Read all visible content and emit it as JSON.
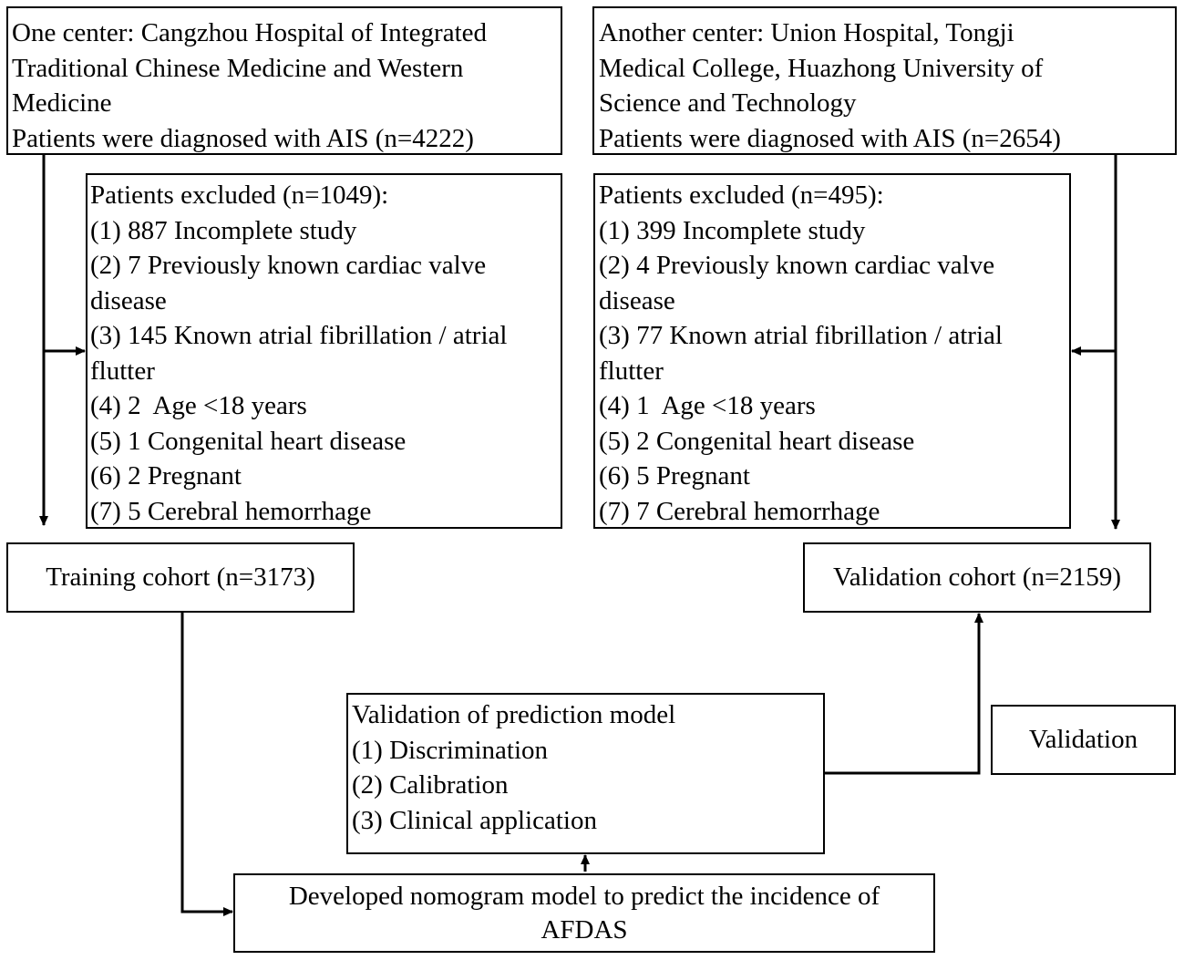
{
  "left_center": {
    "lines": [
      "One center: Cangzhou Hospital of Integrated",
      "Traditional Chinese Medicine and Western",
      "Medicine",
      "Patients were diagnosed with AIS (n=4222)"
    ]
  },
  "right_center": {
    "lines": [
      "Another center: Union Hospital, Tongji",
      "Medical College, Huazhong University of",
      "Science and Technology",
      "Patients were diagnosed with AIS (n=2654)"
    ]
  },
  "left_exclusion": {
    "lines": [
      "Patients excluded (n=1049):",
      "(1) 887 Incomplete study",
      "(2) 7 Previously known cardiac valve",
      "disease",
      "(3) 145 Known atrial fibrillation / atrial",
      "flutter",
      "(4) 2  Age <18 years",
      "(5) 1 Congenital heart disease",
      "(6) 2 Pregnant",
      "(7) 5 Cerebral hemorrhage"
    ]
  },
  "right_exclusion": {
    "lines": [
      "Patients excluded (n=495):",
      "(1) 399 Incomplete study",
      "(2) 4 Previously known cardiac valve",
      "disease",
      "(3) 77 Known atrial fibrillation / atrial",
      "flutter",
      "(4) 1  Age <18 years",
      "(5) 2 Congenital heart disease",
      "(6) 5 Pregnant",
      "(7) 7 Cerebral hemorrhage"
    ]
  },
  "training_cohort": {
    "label": "Training cohort (n=3173)"
  },
  "validation_cohort": {
    "label": "Validation cohort (n=2159)"
  },
  "validation_model": {
    "lines": [
      "Validation of prediction model",
      "(1) Discrimination",
      "(2) Calibration",
      "(3) Clinical application"
    ]
  },
  "validation_box": {
    "label": "Validation"
  },
  "nomogram": {
    "lines": [
      "Developed nomogram model to predict the incidence of",
      "AFDAS"
    ]
  }
}
